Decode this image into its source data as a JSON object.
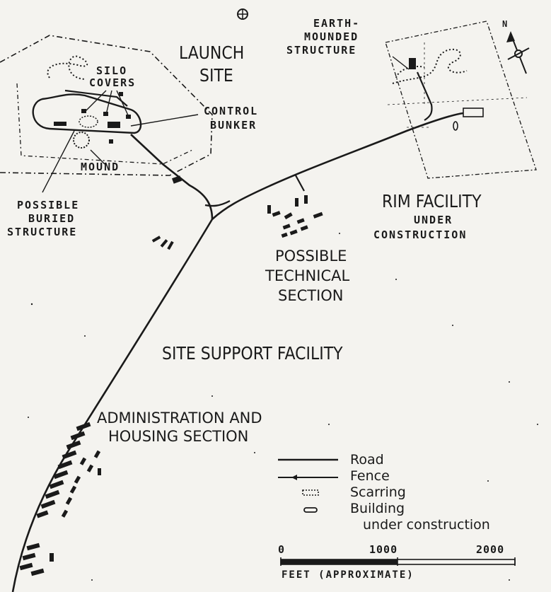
{
  "labels": {
    "launch_site_line1": "LAUNCH",
    "launch_site_line2": "SITE",
    "silo_covers_line1": "SILO",
    "silo_covers_line2": "COVERS",
    "control_bunker_line1": "CONTROL",
    "control_bunker_line2": "BUNKER",
    "mound": "MOUND",
    "possible_buried_line1": "POSSIBLE",
    "possible_buried_line2": "BURIED",
    "possible_buried_line3": "STRUCTURE",
    "earth_mounded_line1": "EARTH-",
    "earth_mounded_line2": "MOUNDED",
    "earth_mounded_line3": "STRUCTURE",
    "rim_facility": "RIM FACILITY",
    "under_construction_line1": "UNDER",
    "under_construction_line2": "CONSTRUCTION",
    "technical_line1": "POSSIBLE",
    "technical_line2": "TECHNICAL",
    "technical_line3": "SECTION",
    "site_support": "SITE SUPPORT FACILITY",
    "admin_line1": "ADMINISTRATION AND",
    "admin_line2": "HOUSING SECTION",
    "north": "N"
  },
  "legend": {
    "road": "Road",
    "fence": "Fence",
    "scarring": "Scarring",
    "building_line1": "Building",
    "building_line2": "under construction"
  },
  "scale_bar": {
    "tick_0": "0",
    "tick_1000": "1000",
    "tick_2000": "2000",
    "unit_label": "FEET (APPROXIMATE)"
  },
  "colors": {
    "ink": "#1a1a1a",
    "paper": "#f4f3ef"
  }
}
